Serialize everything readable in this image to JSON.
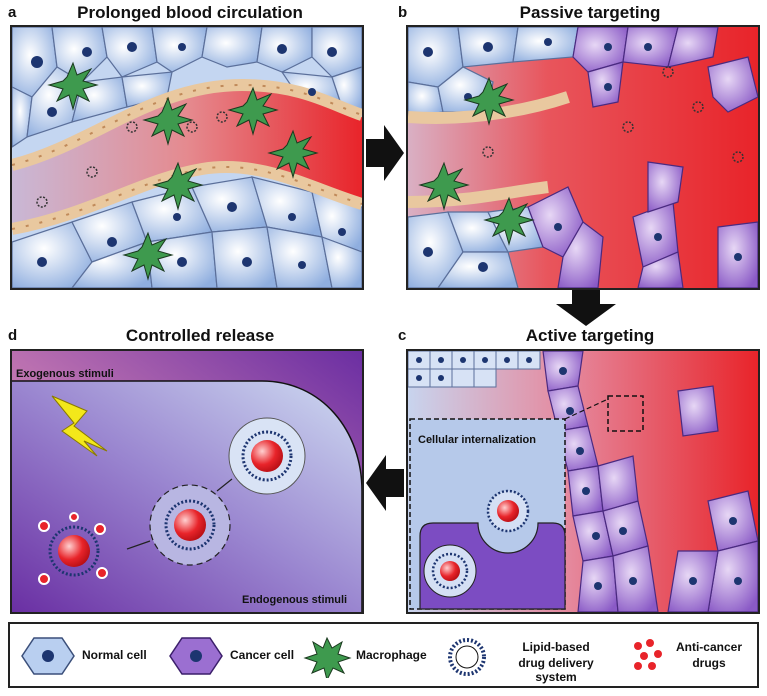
{
  "panels": {
    "a": {
      "label": "a",
      "title": "Prolonged blood circulation"
    },
    "b": {
      "label": "b",
      "title": "Passive targeting"
    },
    "c": {
      "label": "c",
      "title": "Active targeting",
      "inset_title": "Cellular internalization"
    },
    "d": {
      "label": "d",
      "title": "Controlled release",
      "exogenous": "Exogenous stimuli",
      "endogenous": "Endogenous stimuli"
    }
  },
  "legend": {
    "normal_cell": "Normal cell",
    "cancer_cell": "Cancer cell",
    "macrophage": "Macrophage",
    "lipid_line1": "Lipid-based",
    "lipid_line2": "drug delivery system",
    "drugs_line1": "Anti-cancer",
    "drugs_line2": "drugs"
  },
  "colors": {
    "normal_cell": "#a9c4ec",
    "cancer_cell": "#9b6fd1",
    "vessel": "#e8242a",
    "macrophage": "#3e9a4e",
    "arrow": "#111111"
  }
}
